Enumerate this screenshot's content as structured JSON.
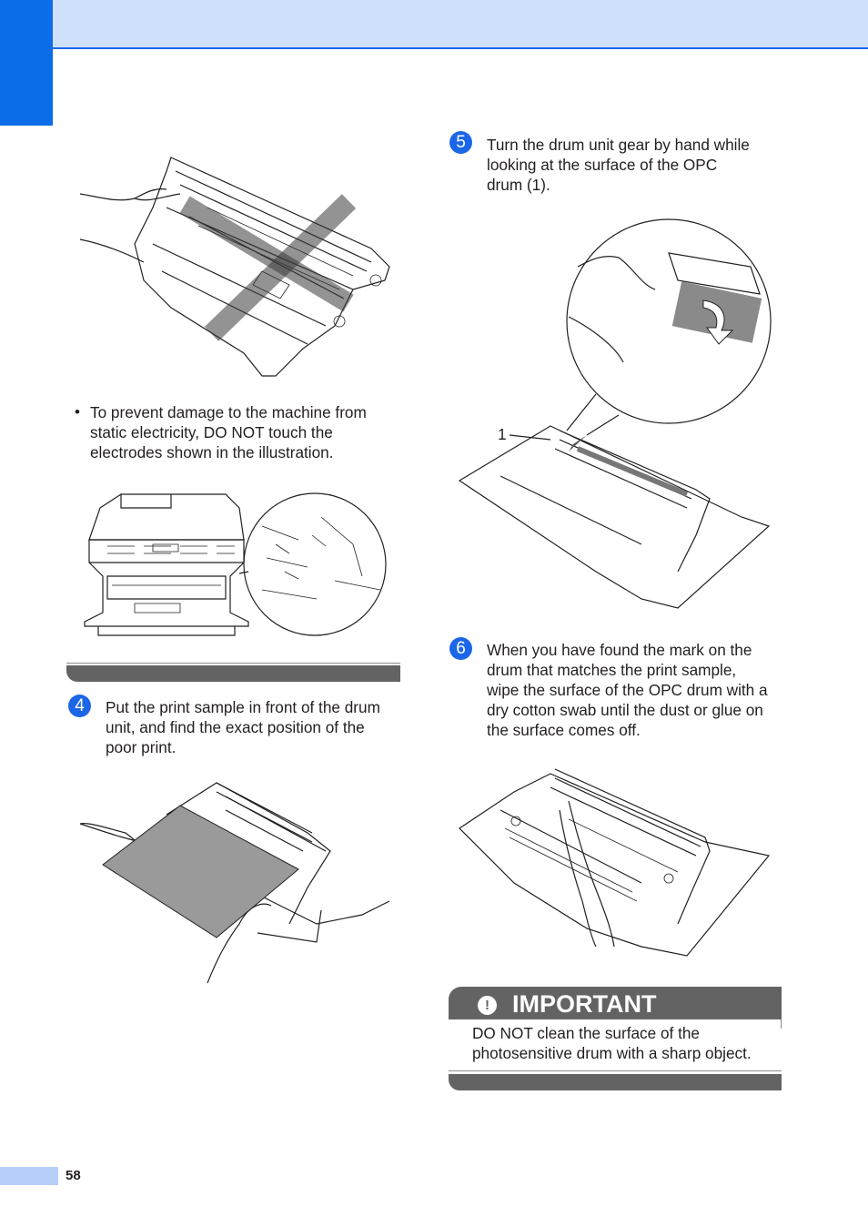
{
  "page": {
    "number": "58"
  },
  "bullet": {
    "text": "To prevent damage to the machine from static electricity, DO NOT touch the electrodes shown in the illustration.",
    "line1": "To prevent damage to the machine from",
    "line2": "static electricity, DO NOT touch the",
    "line3": "electrodes shown in the illustration."
  },
  "steps": [
    {
      "number": "4",
      "line1": "Put the print sample in front of the drum",
      "line2": "unit, and find the exact position of the",
      "line3": "poor print."
    },
    {
      "number": "5",
      "line1": "Turn the drum unit gear by hand while",
      "line2": "looking at the surface of the OPC",
      "line3": "drum (1)."
    },
    {
      "number": "6",
      "line1": "When you have found the mark on the",
      "line2": "drum that matches the print sample,",
      "line3": "wipe the surface of the OPC drum with a",
      "line4": "dry cotton swab until the dust or glue on",
      "line5": "the surface comes off."
    }
  ],
  "callout_label": "1",
  "important": {
    "title": "IMPORTANT",
    "icon": "exclamation-icon",
    "line1": "DO NOT clean the surface of the",
    "line2": "photosensitive drum with a sharp object."
  },
  "colors": {
    "accent": "#1b66e6",
    "header_band": "#cfe0fb",
    "chapter_tab": "#0b6ee8",
    "bar_gray": "#636363"
  }
}
